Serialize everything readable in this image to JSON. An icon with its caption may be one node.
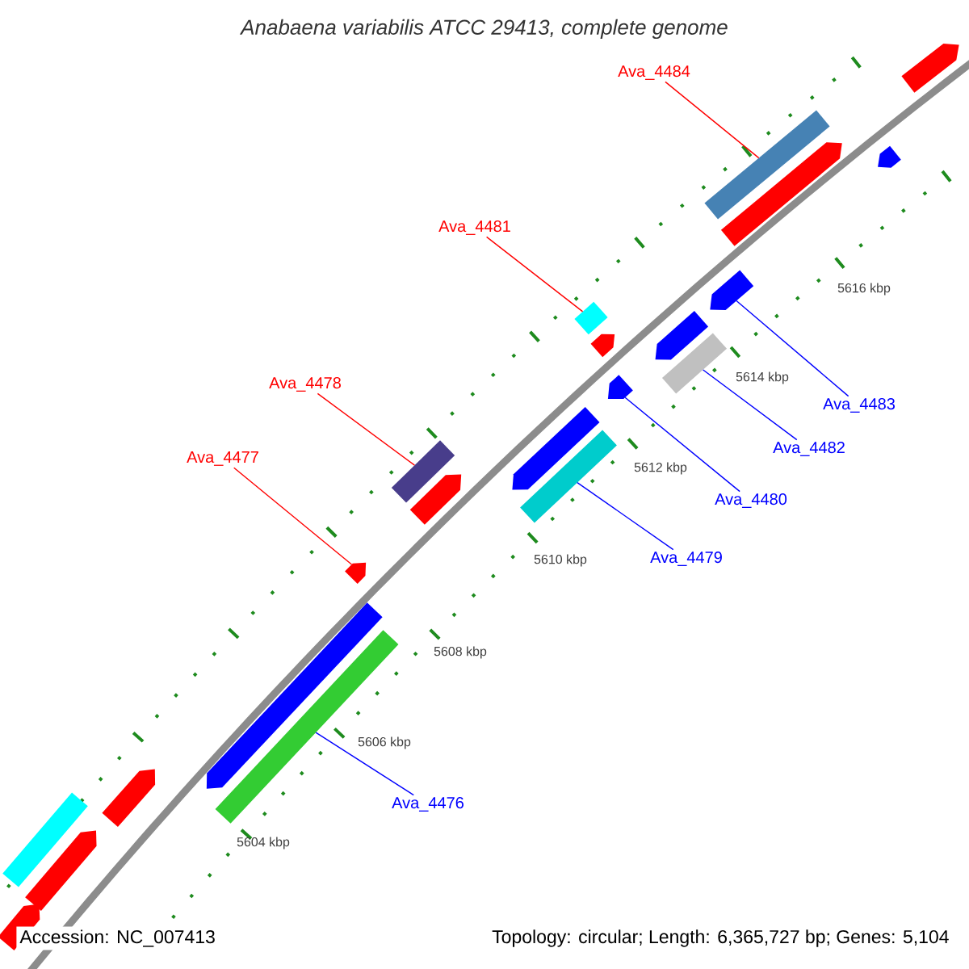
{
  "diagram": {
    "title": "Anabaena variabilis ATCC 29413, complete genome",
    "nodes": [
      {
        "text": [
          "Ava_4484"
        ]
      },
      {
        "text": [
          "Ava_4481"
        ]
      },
      {
        "text": [
          "Ava_4478"
        ]
      },
      {
        "text": [
          "Ava_4483"
        ]
      },
      {
        "text": [
          "Ava_4482"
        ]
      },
      {
        "text": [
          "Ava_4477"
        ]
      },
      {
        "text": [
          "Ava_4480"
        ]
      },
      {
        "text": [
          "Ava_4479"
        ]
      },
      {
        "text": [
          "Ava_4476"
        ]
      },
      {
        "text": [],
        "shape": "bar"
      },
      {
        "text": [],
        "shape": "bar"
      },
      {
        "text": [],
        "shape": "bar"
      },
      {
        "text": [],
        "shape": "bar"
      },
      {
        "text": [],
        "shape": "bar"
      },
      {
        "text": [],
        "shape": "bar"
      },
      {
        "text": [],
        "shape": "bar"
      },
      {
        "text": [],
        "shape": "bar"
      },
      {
        "text": [],
        "shape": "bar"
      },
      {
        "text": [],
        "shape": "bar"
      },
      {
        "text": [],
        "shape": "bar"
      },
      {
        "text": [],
        "shape": "bar"
      },
      {
        "text": [],
        "shape": "bar"
      },
      {
        "text": [],
        "shape": "bar"
      },
      {
        "text": [],
        "shape": "bar"
      },
      {
        "text": [],
        "shape": "bar"
      },
      {
        "text": [],
        "shape": "bar"
      },
      {
        "text": [],
        "shape": "bar"
      },
      {
        "text": [],
        "shape": "bar"
      },
      {
        "text": [],
        "shape": "bar"
      },
      {
        "text": [],
        "shape": "bar"
      }
    ],
    "edges": [
      {
        "from": 0,
        "to": 9,
        "arrow": "none",
        "color": "#ff0000"
      },
      {
        "from": 1,
        "to": 11,
        "arrow": "none",
        "color": "#ff0000"
      },
      {
        "from": 2,
        "to": 14,
        "arrow": "none",
        "color": "#ff0000"
      },
      {
        "from": 3,
        "to": 10,
        "arrow": "none"
      },
      {
        "from": 4,
        "to": 12,
        "arrow": "none"
      },
      {
        "from": 5,
        "to": 16,
        "arrow": "none",
        "color": "#ff0000"
      },
      {
        "from": 6,
        "to": 13,
        "arrow": "none"
      },
      {
        "from": 7,
        "to": 15,
        "arrow": "none"
      },
      {
        "from": 8,
        "to": 17,
        "arrow": "none"
      }
    ],
    "labels": [
      "5616 kbp",
      "5614 kbp",
      "5612 kbp",
      "5610 kbp",
      "5608 kbp",
      "5606 kbp",
      "5604 kbp",
      "Accession: NC_007413",
      "Topology: circular; Length: 6,365,727 bp; Genes: 5,104"
    ]
  }
}
